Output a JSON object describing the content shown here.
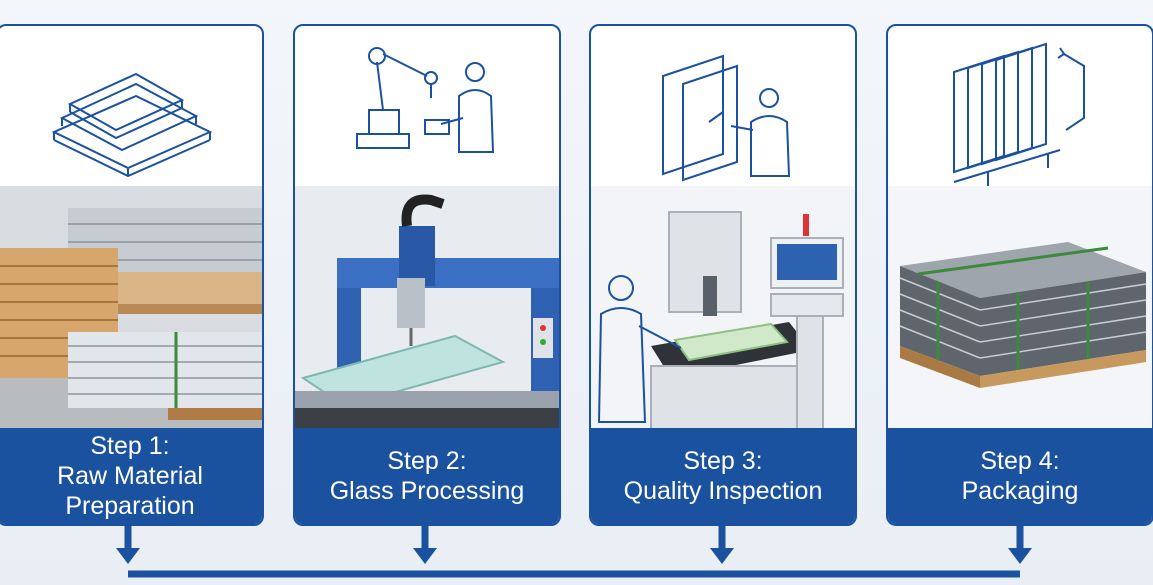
{
  "colors": {
    "brand_blue": "#1b52a0",
    "card_bg": "#ffffff",
    "line_art": "#1b52a0"
  },
  "steps": [
    {
      "title": "Step 1:",
      "subtitle_lines": [
        "Raw Material",
        "Preparation"
      ],
      "icon": "stacked-sheets-icon"
    },
    {
      "title": "Step 2:",
      "subtitle_lines": [
        "Glass Processing"
      ],
      "icon": "robot-arm-operator-icon"
    },
    {
      "title": "Step 3:",
      "subtitle_lines": [
        "Quality Inspection"
      ],
      "icon": "inspector-glass-icon"
    },
    {
      "title": "Step 4:",
      "subtitle_lines": [
        "Packaging"
      ],
      "icon": "glass-rack-icon"
    }
  ]
}
